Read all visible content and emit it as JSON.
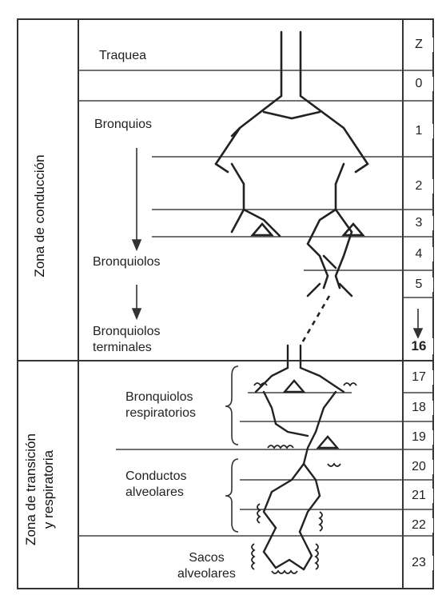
{
  "zones": {
    "conduction": "Zona de conducción",
    "transition_line1": "Zona de transición",
    "transition_line2": "y respiratoria"
  },
  "header_z": "Z",
  "generations": [
    "0",
    "1",
    "2",
    "3",
    "4",
    "5",
    "16",
    "17",
    "18",
    "19",
    "20",
    "21",
    "22",
    "23"
  ],
  "labels": {
    "traquea": "Traquea",
    "bronquios": "Bronquios",
    "bronquiolos": "Bronquiolos",
    "bronquiolos_terminales_1": "Bronquiolos",
    "bronquiolos_terminales_2": "terminales",
    "bronquiolos_resp_1": "Bronquiolos",
    "bronquiolos_resp_2": "respiratorios",
    "conductos_1": "Conductos",
    "conductos_2": "alveolares",
    "sacos_1": "Sacos",
    "sacos_2": "alveolares"
  }
}
